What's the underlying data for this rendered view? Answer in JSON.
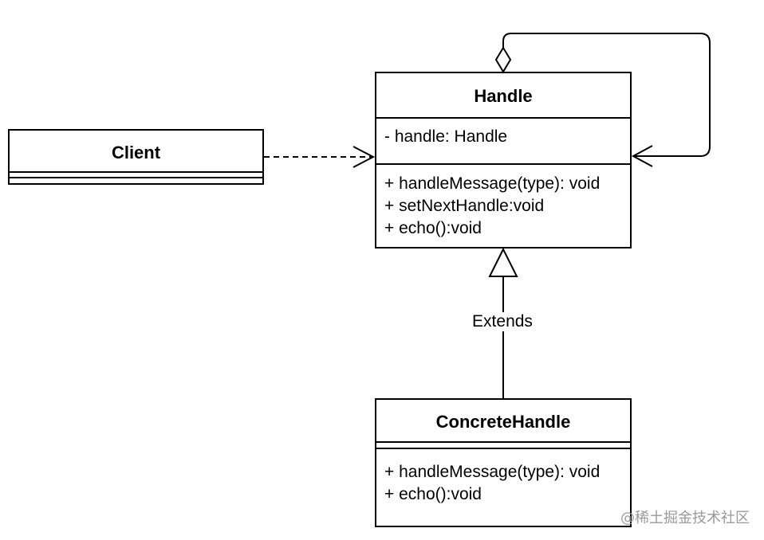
{
  "classes": {
    "handle": {
      "name": "Handle",
      "attributes": [
        "- handle: Handle"
      ],
      "methods": [
        "+ handleMessage(type): void",
        "+ setNextHandle:void",
        "+ echo():void"
      ]
    },
    "client": {
      "name": "Client"
    },
    "concrete": {
      "name": "ConcreteHandle",
      "methods": [
        "+ handleMessage(type): void",
        "+ echo():void"
      ]
    }
  },
  "relations": {
    "extends_label": "Extends"
  },
  "watermark": "@稀土掘金技术社区"
}
